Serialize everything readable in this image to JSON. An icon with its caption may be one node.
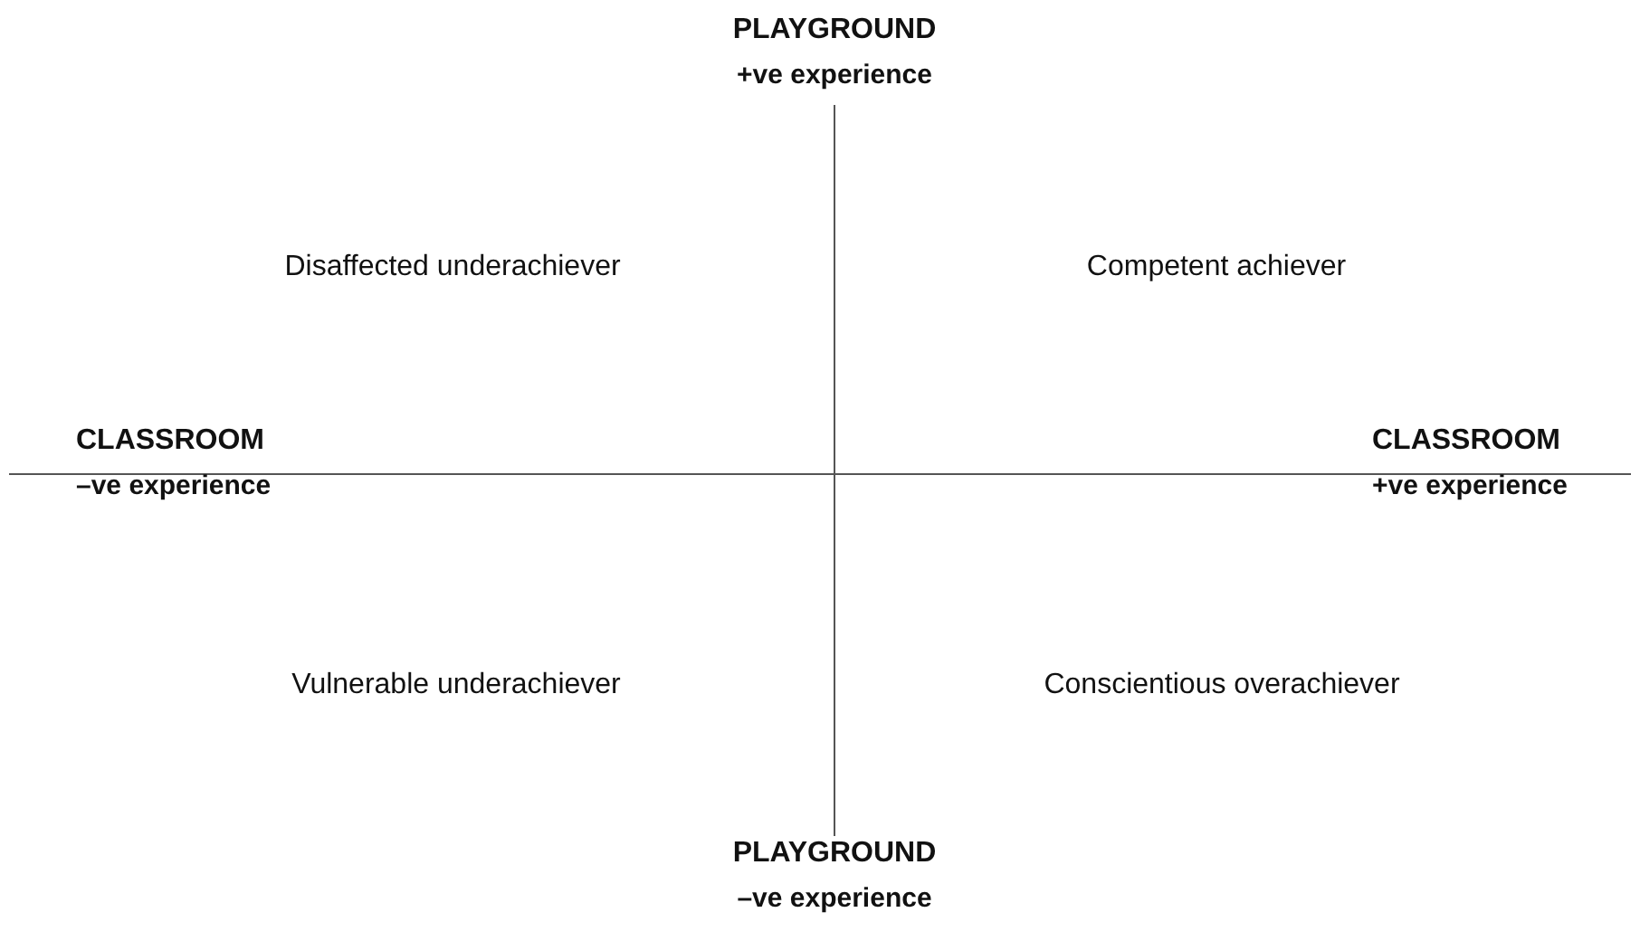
{
  "diagram": {
    "labels": [
      "PLAYGROUND",
      "+ve experience",
      "Disaffected underachiever",
      "Competent achiever",
      "CLASSROOM",
      "–ve experience",
      "CLASSROOM",
      "+ve experience",
      "Vulnerable underachiever",
      "Conscientious overachiever",
      "PLAYGROUND",
      "–ve experience"
    ]
  }
}
